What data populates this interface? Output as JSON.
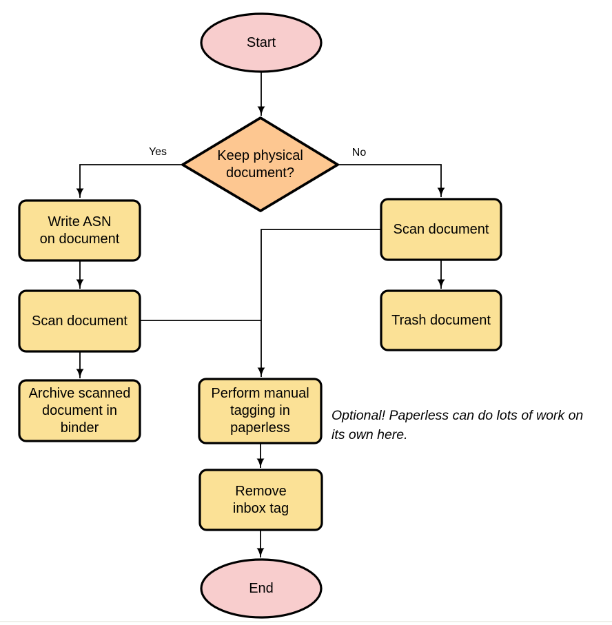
{
  "colors": {
    "terminal_fill": "#F8CDCD",
    "process_fill": "#FBE196",
    "decision_fill": "#FDC791",
    "line": "#000000"
  },
  "nodes": {
    "start": {
      "type": "terminal",
      "label": "Start"
    },
    "decision": {
      "type": "decision",
      "label": "Keep physical\ndocument?"
    },
    "write_asn": {
      "type": "process",
      "label": "Write ASN\non document"
    },
    "scan_left": {
      "type": "process",
      "label": "Scan document"
    },
    "archive": {
      "type": "process",
      "label": "Archive scanned\ndocument in\nbinder"
    },
    "scan_right": {
      "type": "process",
      "label": "Scan document"
    },
    "trash": {
      "type": "process",
      "label": "Trash document"
    },
    "tagging": {
      "type": "process",
      "label": "Perform manual\ntagging in\npaperless"
    },
    "remove_inbox": {
      "type": "process",
      "label": "Remove\ninbox tag"
    },
    "end": {
      "type": "terminal",
      "label": "End"
    }
  },
  "edge_labels": {
    "yes": "Yes",
    "no": "No"
  },
  "edges": [
    {
      "from": "start",
      "to": "decision",
      "label": ""
    },
    {
      "from": "decision",
      "to": "write_asn",
      "label": "Yes"
    },
    {
      "from": "write_asn",
      "to": "scan_left",
      "label": ""
    },
    {
      "from": "scan_left",
      "to": "archive",
      "label": ""
    },
    {
      "from": "decision",
      "to": "scan_right",
      "label": "No"
    },
    {
      "from": "scan_right",
      "to": "trash",
      "label": ""
    },
    {
      "from": "scan_right",
      "to": "tagging",
      "label": ""
    },
    {
      "from": "scan_left",
      "to": "tagging",
      "label": ""
    },
    {
      "from": "tagging",
      "to": "remove_inbox",
      "label": ""
    },
    {
      "from": "remove_inbox",
      "to": "end",
      "label": ""
    }
  ],
  "note": {
    "text": "Optional! Paperless can do lots of work on\nits own here."
  }
}
